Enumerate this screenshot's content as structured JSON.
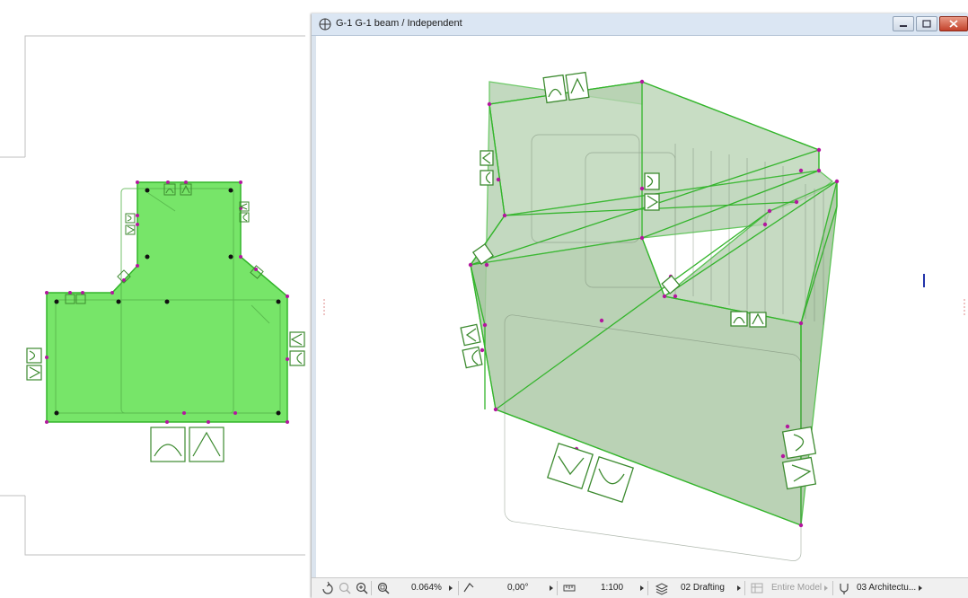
{
  "window": {
    "title": "G-1 G-1 beam / Independent",
    "buttons": [
      "minimize",
      "restore",
      "close"
    ]
  },
  "statusbar": {
    "nav_icons": [
      "orbit-icon",
      "zoom-previous-icon",
      "zoom-in-icon",
      "zoom-fit-icon"
    ],
    "zoom": "0.064%",
    "angle": "0,00°",
    "scale": "1:100",
    "layer_combination": "02 Drafting",
    "model_view": "Entire Model",
    "renovation_filter": "03 Architectu..."
  },
  "colors": {
    "section_fill": "#77e569",
    "model_fill": "#a9c9a4",
    "outline_green": "#33b52b",
    "hotspot_magenta": "#b3179e",
    "titlebar": "#dbe6f3",
    "close_button": "#c8452f"
  },
  "icons": {
    "section_icons": [
      "arc-shape-icon",
      "triangle-shape-icon"
    ],
    "hotspot": "hotspot-dot-icon"
  }
}
